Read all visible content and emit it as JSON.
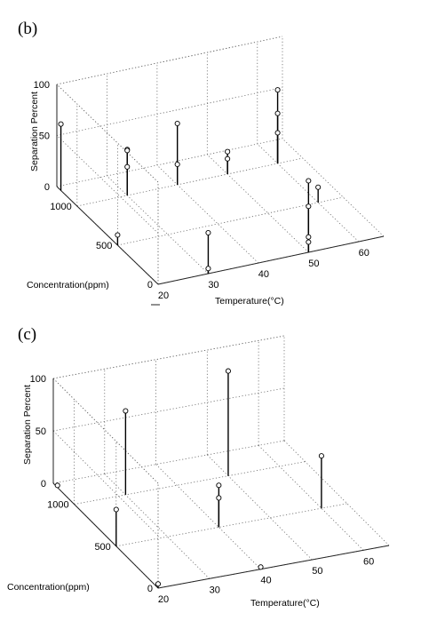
{
  "chart_data": [
    {
      "panel_label": "(b)",
      "type": "scatter",
      "subtype": "3d-stem",
      "title": "",
      "xlabel": "Temperature(°C)",
      "ylabel": "Concentration(ppm)",
      "zlabel": "Separation Percent",
      "x_ticks": [
        "20",
        "30",
        "40",
        "50",
        "60"
      ],
      "y_ticks": [
        "0",
        "500",
        "1000"
      ],
      "z_ticks": [
        "0",
        "50",
        "100"
      ],
      "xlim": [
        20,
        65
      ],
      "ylim": [
        0,
        1250
      ],
      "zlim": [
        0,
        100
      ],
      "grid": true,
      "points": [
        {
          "x": 20,
          "y": 1200,
          "z": 65
        },
        {
          "x": 20,
          "y": 500,
          "z": 10
        },
        {
          "x": 30,
          "y": 1000,
          "z": 45
        },
        {
          "x": 30,
          "y": 1000,
          "z": 44
        },
        {
          "x": 30,
          "y": 1000,
          "z": 28
        },
        {
          "x": 30,
          "y": 0,
          "z": 40
        },
        {
          "x": 30,
          "y": 0,
          "z": 5
        },
        {
          "x": 40,
          "y": 1000,
          "z": 60
        },
        {
          "x": 40,
          "y": 1000,
          "z": 20
        },
        {
          "x": 50,
          "y": 1000,
          "z": 15
        },
        {
          "x": 50,
          "y": 1000,
          "z": 22
        },
        {
          "x": 50,
          "y": 0,
          "z": 70
        },
        {
          "x": 50,
          "y": 0,
          "z": 45
        },
        {
          "x": 50,
          "y": 0,
          "z": 15
        },
        {
          "x": 50,
          "y": 0,
          "z": 10
        },
        {
          "x": 60,
          "y": 1000,
          "z": 72
        },
        {
          "x": 60,
          "y": 1000,
          "z": 49
        },
        {
          "x": 60,
          "y": 1000,
          "z": 30
        },
        {
          "x": 60,
          "y": 500,
          "z": 15
        }
      ]
    },
    {
      "panel_label": "(c)",
      "type": "scatter",
      "subtype": "3d-stem",
      "title": "",
      "xlabel": "Temperature(°C)",
      "ylabel": "Concentration(ppm)",
      "zlabel": "Separation Percent",
      "x_ticks": [
        "20",
        "30",
        "40",
        "50",
        "60"
      ],
      "y_ticks": [
        "0",
        "500",
        "1000"
      ],
      "z_ticks": [
        "0",
        "50",
        "100"
      ],
      "xlim": [
        20,
        65
      ],
      "ylim": [
        0,
        1250
      ],
      "zlim": [
        0,
        100
      ],
      "grid": true,
      "points": [
        {
          "x": 20,
          "y": 1200,
          "z": 2
        },
        {
          "x": 20,
          "y": 500,
          "z": 35
        },
        {
          "x": 20,
          "y": 0,
          "z": 4
        },
        {
          "x": 30,
          "y": 1000,
          "z": 80
        },
        {
          "x": 40,
          "y": 500,
          "z": 40
        },
        {
          "x": 40,
          "y": 500,
          "z": 28
        },
        {
          "x": 40,
          "y": 0,
          "z": 2
        },
        {
          "x": 50,
          "y": 1000,
          "z": 100
        },
        {
          "x": 60,
          "y": 500,
          "z": 50
        }
      ]
    }
  ]
}
